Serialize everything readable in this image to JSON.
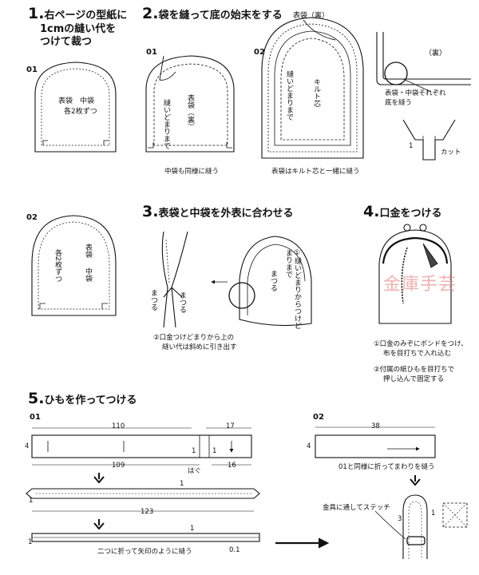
{
  "steps": {
    "s1": {
      "num": "1.",
      "title_l1": "右ページの型紙に",
      "title_l2": "1cmの縫い代を",
      "title_l3": "つけて裁つ"
    },
    "s2": {
      "num": "2.",
      "title": "袋を縫って底の始末をする"
    },
    "s3": {
      "num": "3.",
      "title": "表袋と中袋を外表に合わせる"
    },
    "s4": {
      "num": "4.",
      "title": "口金をつける"
    },
    "s5": {
      "num": "5.",
      "title": "ひもを作ってつける"
    }
  },
  "s1": {
    "fig01": "01",
    "fig01_label_a": "表袋　中袋",
    "fig01_label_b": "各2枚ずつ",
    "fig02": "02",
    "fig02_label_a": "表袋",
    "fig02_label_b": "中袋",
    "fig02_label_c": "各2枚ずつ"
  },
  "s2": {
    "fig01": "01",
    "label_omote": "表袋（裏）",
    "label_nui": "縫いどまりまで",
    "cap01": "中袋も同様に縫う",
    "fig02": "02",
    "label_omote2": "表袋（裏）",
    "label_kilt": "キルト芯",
    "label_nui2": "縫いどまりまで",
    "cap02": "表袋はキルト芯と一緒に縫う",
    "detail_ura": "（裏）",
    "detail_cap_l1": "表袋・中袋それぞれ",
    "detail_cap_l2": "底を縫う",
    "detail_one": "1",
    "detail_cut": "カット"
  },
  "s3": {
    "label_matsuru_l": "まつる",
    "label_matsuru_r": "まつる",
    "note2_l1": "②口金つけどまりから上の",
    "note2_l2": "縫い代は斜めに引き出す",
    "note1_v": "①縫いどまりからつけどまりまで",
    "label_matsuru3": "まつる"
  },
  "s4": {
    "note1_l1": "①口金のみぞにボンドをつけ、",
    "note1_l2": "布を目打ちで入れ込む",
    "note2_l1": "②付属の紙ひもを目打ちで",
    "note2_l2": "押し込んで固定する",
    "watermark": "金庫手芸"
  },
  "s5": {
    "fig01": "01",
    "d110": "110",
    "d17": "17",
    "d4": "4",
    "d109": "109",
    "d16": "16",
    "d1a": "1",
    "d1b": "1",
    "label_hagu": "はぐ",
    "d1c": "1",
    "d1d": "1",
    "d123": "123",
    "d1e": "1",
    "d1f": "1",
    "d01": "0.1",
    "cap_fold": "二つに折って矢印のように縫う",
    "fig02": "02",
    "d38": "38",
    "d4b": "4",
    "cap02": "01と同様に折ってまわりを縫う",
    "cap_stitch": "金具に通してステッチ",
    "d3": "3",
    "d1g": "1"
  }
}
